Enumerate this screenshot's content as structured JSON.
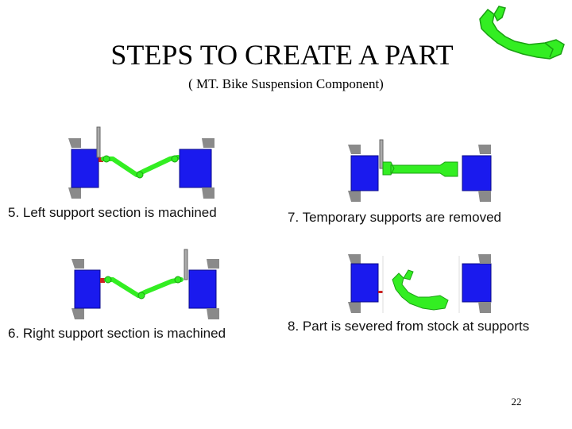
{
  "slide": {
    "title": "STEPS TO CREATE A PART",
    "subtitle": "( MT. Bike Suspension Component)",
    "page_number": "22"
  },
  "steps": [
    {
      "caption": "5. Left support section is machined"
    },
    {
      "caption": "7. Temporary supports are removed"
    },
    {
      "caption": "6. Right support section is machined"
    },
    {
      "caption": "8. Part is severed from stock at supports"
    }
  ],
  "colors": {
    "part": "#33ee22",
    "part_dark": "#1aa012",
    "stock": "#1a1aee",
    "fixture": "#8a8a8a"
  }
}
